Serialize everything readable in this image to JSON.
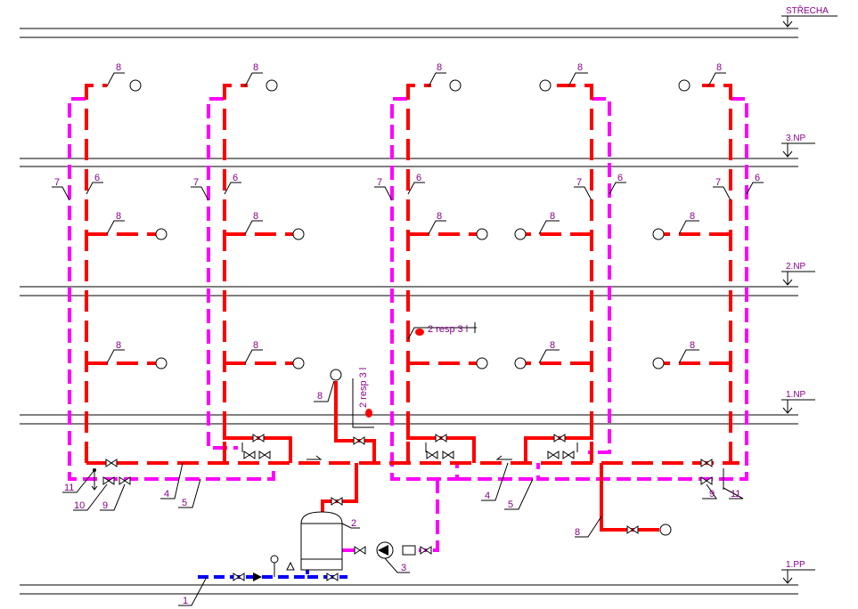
{
  "levels": {
    "roof": "STŘECHA",
    "floor3": "3.NP",
    "floor2": "2.NP",
    "floor1": "1.NP",
    "basement": "1.PP"
  },
  "annotations": {
    "riser_note_right": "2 resp 3 l",
    "riser_note_left": "2 resp 3 l"
  },
  "labels": {
    "outlet": "8",
    "hot_riser": "6",
    "circ_riser": "7",
    "hot_main": "4",
    "circ_main": "5",
    "valve_9": "9",
    "valve_10": "10",
    "valve_11": "11",
    "heater": "2",
    "pump": "3",
    "cold_inlet": "1"
  },
  "colors": {
    "hot_water": "#ff0000",
    "circulation": "#ff00ff",
    "cold_water": "#0000ff",
    "label": "#8a008a"
  }
}
